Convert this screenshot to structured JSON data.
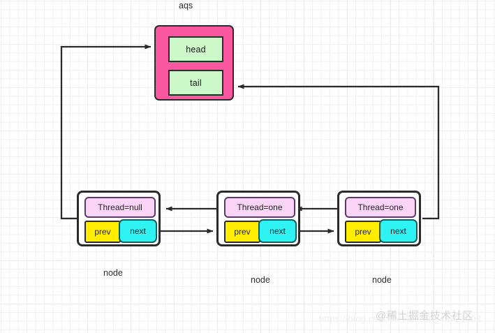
{
  "diagram": {
    "title_label": "aqs",
    "aqs": {
      "name": "aqs",
      "fill_color": "#f9579f",
      "slots": [
        {
          "label": "head",
          "fill_color": "#ccf7c8"
        },
        {
          "label": "tail",
          "fill_color": "#ccf7c8"
        }
      ]
    },
    "nodes": [
      {
        "caption": "node",
        "thread": "Thread=null",
        "prev": "prev",
        "next": "next",
        "thread_color": "#f9d4f7",
        "prev_color": "#ffed00",
        "next_color": "#2ff2f2"
      },
      {
        "caption": "node",
        "thread": "Thread=one",
        "prev": "prev",
        "next": "next",
        "thread_color": "#f9d4f7",
        "prev_color": "#ffed00",
        "next_color": "#2ff2f2"
      },
      {
        "caption": "node",
        "thread": "Thread=one",
        "prev": "prev",
        "next": "next",
        "thread_color": "#f9d4f7",
        "prev_color": "#ffed00",
        "next_color": "#2ff2f2"
      }
    ],
    "edges": [
      {
        "name": "head-pointer",
        "from": "node-1",
        "to": "aqs.head"
      },
      {
        "name": "tail-pointer",
        "from": "node-3",
        "to": "aqs.tail"
      },
      {
        "name": "node2-prev-to-node1",
        "from": "node-2",
        "to": "node-1"
      },
      {
        "name": "node1-next-to-node2",
        "from": "node-1",
        "to": "node-2"
      },
      {
        "name": "node3-prev-to-node2",
        "from": "node-3",
        "to": "node-2"
      },
      {
        "name": "node2-next-to-node3",
        "from": "node-2",
        "to": "node-3"
      }
    ],
    "watermark": {
      "brand": "@稀土掘金技术社区",
      "url": "https://blog.csdn.net/weixin_43721003"
    }
  }
}
